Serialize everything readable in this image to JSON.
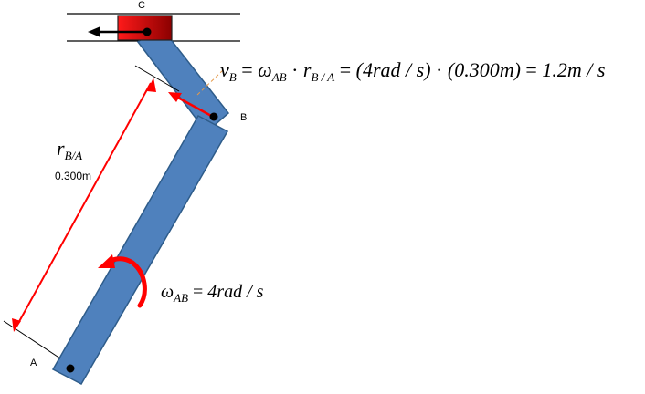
{
  "points": {
    "a": "A",
    "b": "B",
    "c": "C"
  },
  "length_label": {
    "symbol": "r",
    "subscript": "B/A",
    "value": "0.300m"
  },
  "velocity_equation": {
    "lhs": "v",
    "lhs_sub": "B",
    "omega": "ω",
    "omega_sub": "AB",
    "r": "r",
    "r_sub": "B / A",
    "factor1": "(4rad / s)",
    "factor2": "(0.300m)",
    "result": "1.2m / s"
  },
  "angular_velocity": {
    "symbol": "ω",
    "sub": "AB",
    "value": "4rad / s"
  },
  "colors": {
    "link": "#4f81bd",
    "link_border": "#2e5c8a",
    "slider": "#e00000",
    "dimension": "#ff0000",
    "arrow": "#000000"
  }
}
